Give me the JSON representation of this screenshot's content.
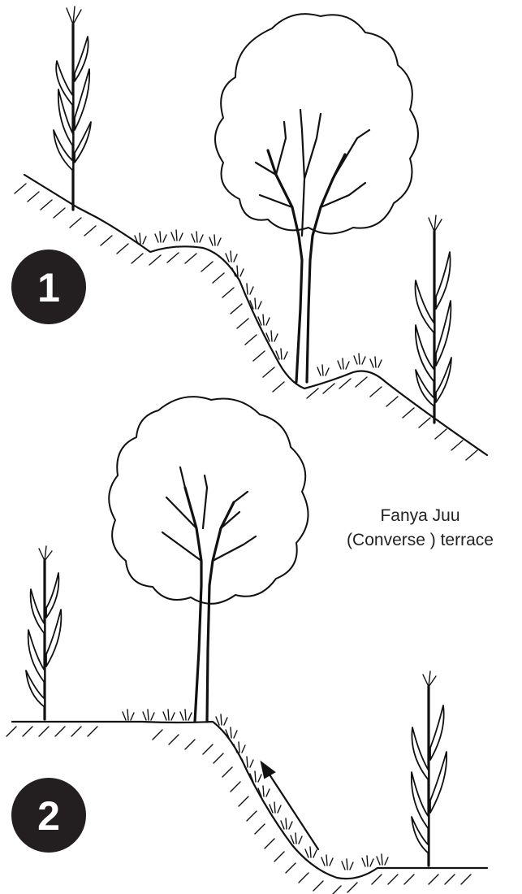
{
  "figure": {
    "caption_line1": "Fanya Juu",
    "caption_line2": "(Converse ) terrace",
    "badges": [
      {
        "label": "1"
      },
      {
        "label": "2"
      }
    ],
    "colors": {
      "ink": "#111111",
      "badge": "#231f20",
      "background": "#ffffff"
    }
  }
}
